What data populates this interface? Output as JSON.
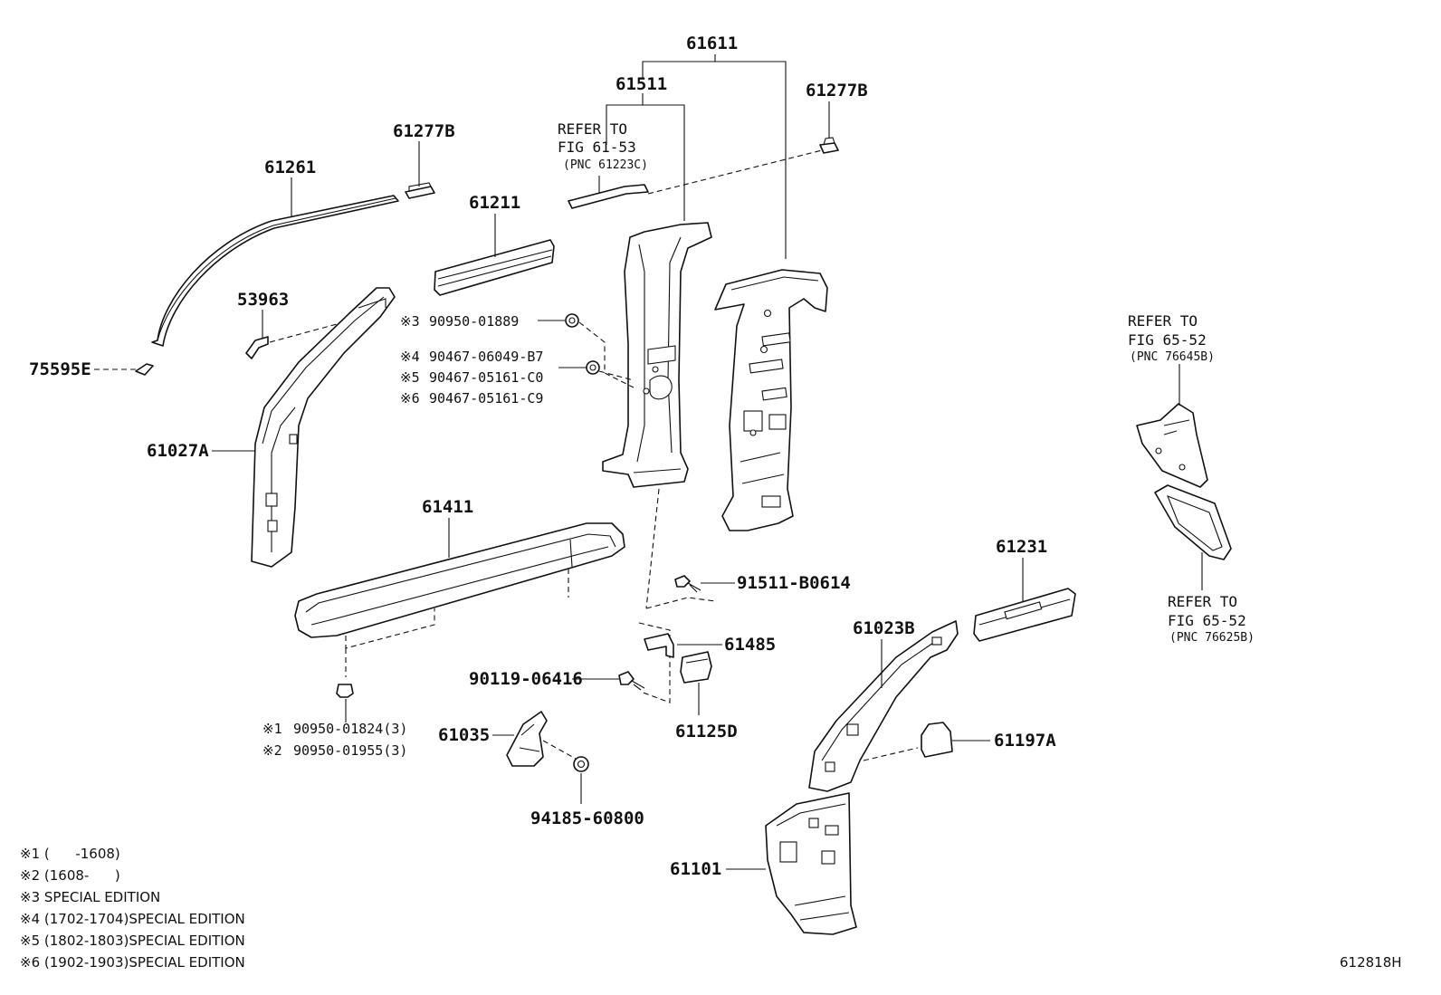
{
  "labels": {
    "p61611": "61611",
    "p61511": "61511",
    "p61277b_right": "61277B",
    "p61277b_left": "61277B",
    "p61261": "61261",
    "p61211": "61211",
    "p53963": "53963",
    "p75595e": "75595E",
    "p61027a": "61027A",
    "p61411": "61411",
    "p91511": "91511-B0614",
    "p61485": "61485",
    "p90119": "90119-06416",
    "p61125d": "61125D",
    "p61035": "61035",
    "p94185": "94185-60800",
    "p61231": "61231",
    "p61023b": "61023B",
    "p61197a": "61197A",
    "p61101": "61101",
    "code": "612818H"
  },
  "fasteners": {
    "f3_mark": "※3",
    "f3": "90950-01889",
    "f4_mark": "※4",
    "f4": "90467-06049-B7",
    "f5_mark": "※5",
    "f5": "90467-05161-C0",
    "f6_mark": "※6",
    "f6": "90467-05161-C9",
    "f1_mark": "※1",
    "f1": "90950-01824(3)",
    "f2_mark": "※2",
    "f2": "90950-01955(3)"
  },
  "refers": {
    "r1_line1": "REFER TO",
    "r1_line2": "FIG 61-53",
    "r1_line3": "(PNC 61223C)",
    "r2_line1": "REFER TO",
    "r2_line2": "FIG 65-52",
    "r2_line3": "(PNC 76645B)",
    "r3_line1": "REFER TO",
    "r3_line2": "FIG 65-52",
    "r3_line3": "(PNC 76625B)"
  },
  "notes": [
    "※1 (      -1608)",
    "※2 (1608-      )",
    "※3 SPECIAL EDITION",
    "※4 (1702-1704)SPECIAL EDITION",
    "※5 (1802-1803)SPECIAL EDITION",
    "※6 (1902-1903)SPECIAL EDITION"
  ]
}
